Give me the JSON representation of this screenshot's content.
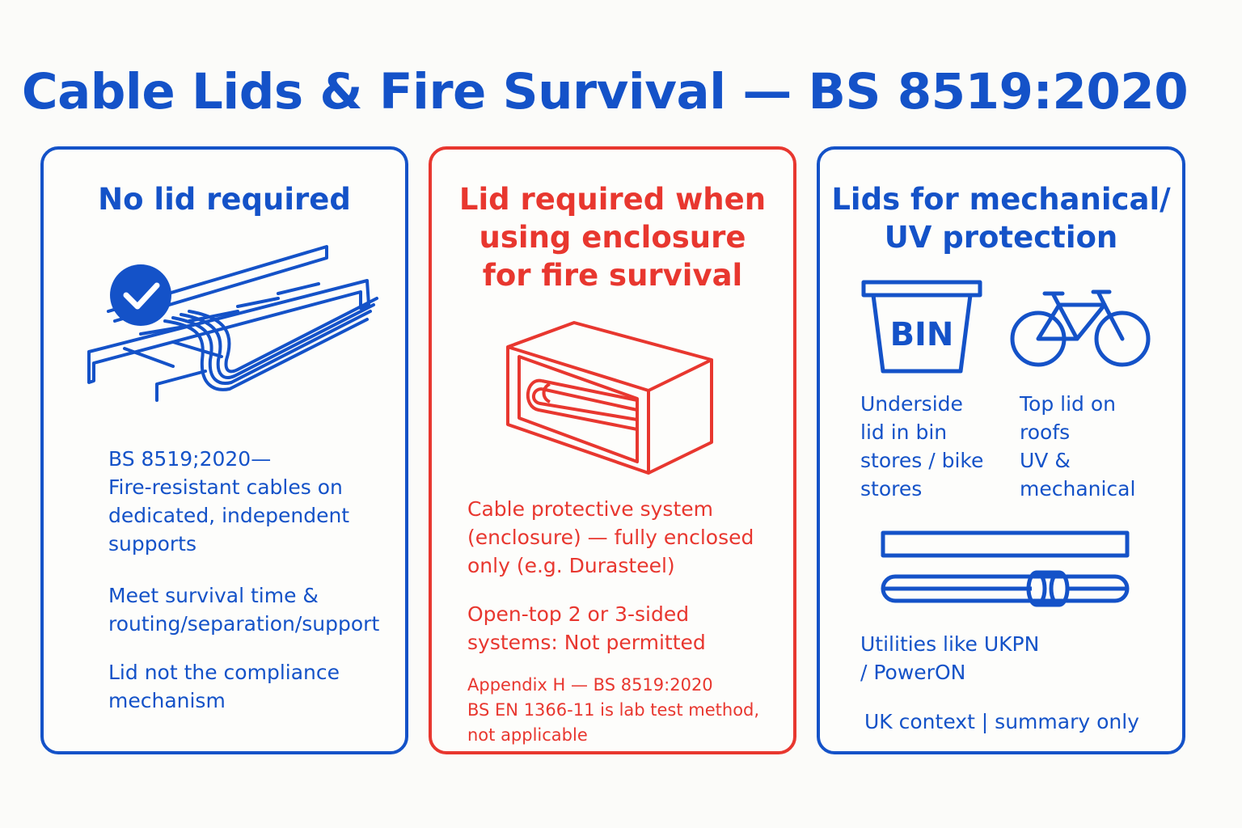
{
  "title": "Cable Lids & Fire Survival — BS 8519:2020",
  "colors": {
    "blue": "#1452c8",
    "red": "#e8372f",
    "background": "#fbfbf9"
  },
  "panels": [
    {
      "heading": "No lid required",
      "icon": "cable-tray-checkmark-icon",
      "blocks": [
        {
          "lines": [
            "BS 8519;2020—",
            "Fire-resistant cables on",
            "dedicated, independent",
            "supports"
          ]
        },
        {
          "lines": [
            "Meet survival time &",
            "routing/separation/support"
          ]
        },
        {
          "lines": [
            "Lid not the compliance",
            "mechanism"
          ]
        }
      ]
    },
    {
      "heading_lines": [
        "Lid required when",
        "using enclosure",
        "for fire survival"
      ],
      "icon": "enclosed-cable-box-icon",
      "blocks": [
        {
          "lines": [
            "Cable protective system",
            "(enclosure) — fully enclosed",
            "only (e.g. Durasteel)"
          ]
        },
        {
          "lines": [
            "Open-top 2 or 3-sided",
            "systems: Not permitted"
          ]
        },
        {
          "lines": [
            "Appendix H — BS 8519:2020",
            "BS EN 1366-11 is lab test  method,",
            "not applicable"
          ]
        }
      ]
    },
    {
      "heading_lines": [
        "Lids for mechanical/",
        "UV protection"
      ],
      "bin_label": "BIN",
      "icons": [
        "bin-icon",
        "bicycle-icon",
        "cable-conduit-icon"
      ],
      "left_caption": [
        "Underside",
        "lid in bin",
        "stores / bike",
        "stores"
      ],
      "right_caption": [
        "Top lid on",
        "roofs",
        "UV &",
        "mechanical"
      ],
      "utilities": [
        "Utilities like UKPN",
        "/ PowerON"
      ],
      "footer": "UK context | summary only"
    }
  ]
}
